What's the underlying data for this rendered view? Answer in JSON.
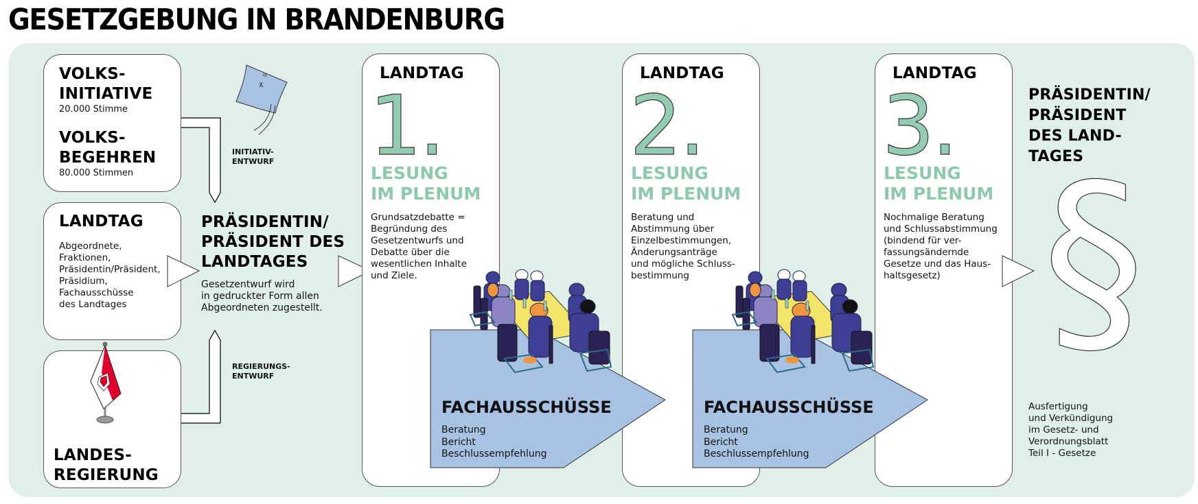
{
  "title": "GESETZGEBUNG IN BRANDENBURG",
  "colors": {
    "panel_bg": "#e0efe8",
    "green_accent": "#8dcaad",
    "arrow_blue": "#a8c2e4",
    "flag_red": "#e0002a"
  },
  "initiators": {
    "volksinitiative": {
      "title_line1": "VOLKS-",
      "title_line2": "INITIATIVE",
      "note": "20.000 Stimme"
    },
    "volksbegehren": {
      "title_line1": "VOLKS-",
      "title_line2": "BEGEHREN",
      "note": "80.000 Stimmen"
    },
    "landtag": {
      "title": "LANDTAG",
      "members": [
        "Abgeordnete,",
        "Fraktionen,",
        "Präsidentin/Präsident,",
        "Präsidium,",
        "Fachausschüsse",
        "des Landtages"
      ]
    },
    "landesregierung": {
      "title_line1": "LANDES-",
      "title_line2": "REGIERUNG",
      "icon": "brandenburg-flag-icon"
    }
  },
  "labels": {
    "initiativ_entwurf": [
      "INITIATIV-",
      "ENTWURF"
    ],
    "regierungs_entwurf": [
      "REGIERUNGS-",
      "ENTWURF"
    ]
  },
  "praesident_intake": {
    "title": [
      "PRÄSIDENTIN/",
      "PRÄSIDENT DES",
      "LANDTAGES"
    ],
    "text": [
      "Gesetzentwurf wird",
      "in gedruckter Form allen",
      "Abgeordneten zugestellt."
    ]
  },
  "readings": [
    {
      "header": "LANDTAG",
      "number": "1.",
      "lesung": [
        "LESUNG",
        "IM PLENUM"
      ],
      "text": [
        "Grundsatzdebatte =",
        "Begründung des",
        "Gesetzentwurfs und",
        "Debatte über die",
        "wesentlichen Inhalte",
        "und Ziele."
      ]
    },
    {
      "header": "LANDTAG",
      "number": "2.",
      "lesung": [
        "LESUNG",
        "IM PLENUM"
      ],
      "text": [
        "Beratung und",
        "Abstimmung über",
        "Einzelbestimmungen,",
        "Änderungsanträge",
        "und mögliche Schluss-",
        "bestimmung"
      ]
    },
    {
      "header": "LANDTAG",
      "number": "3.",
      "lesung": [
        "LESUNG",
        "IM PLENUM"
      ],
      "text": [
        "Nochmalige Beratung",
        "und Schlussabstimmung",
        "(bindend für ver-",
        "fassungsändernde",
        "Gesetze und das Haus-",
        "haltsgesetz)"
      ]
    }
  ],
  "committees": [
    {
      "title": "FACHAUSSCHÜSSE",
      "items": [
        "Beratung",
        "Bericht",
        "Beschlussempfehlung"
      ]
    },
    {
      "title": "FACHAUSSCHÜSSE",
      "items": [
        "Beratung",
        "Bericht",
        "Beschlussempfehlung"
      ]
    }
  ],
  "final": {
    "title": [
      "PRÄSIDENTIN/",
      "PRÄSIDENT",
      "DES LAND-",
      "TAGES"
    ],
    "symbol": "§",
    "text": [
      "Ausfertigung",
      "und Verkündigung",
      "im Gesetz- und",
      "Verordnungsblatt",
      "Teil I - Gesetze"
    ]
  }
}
